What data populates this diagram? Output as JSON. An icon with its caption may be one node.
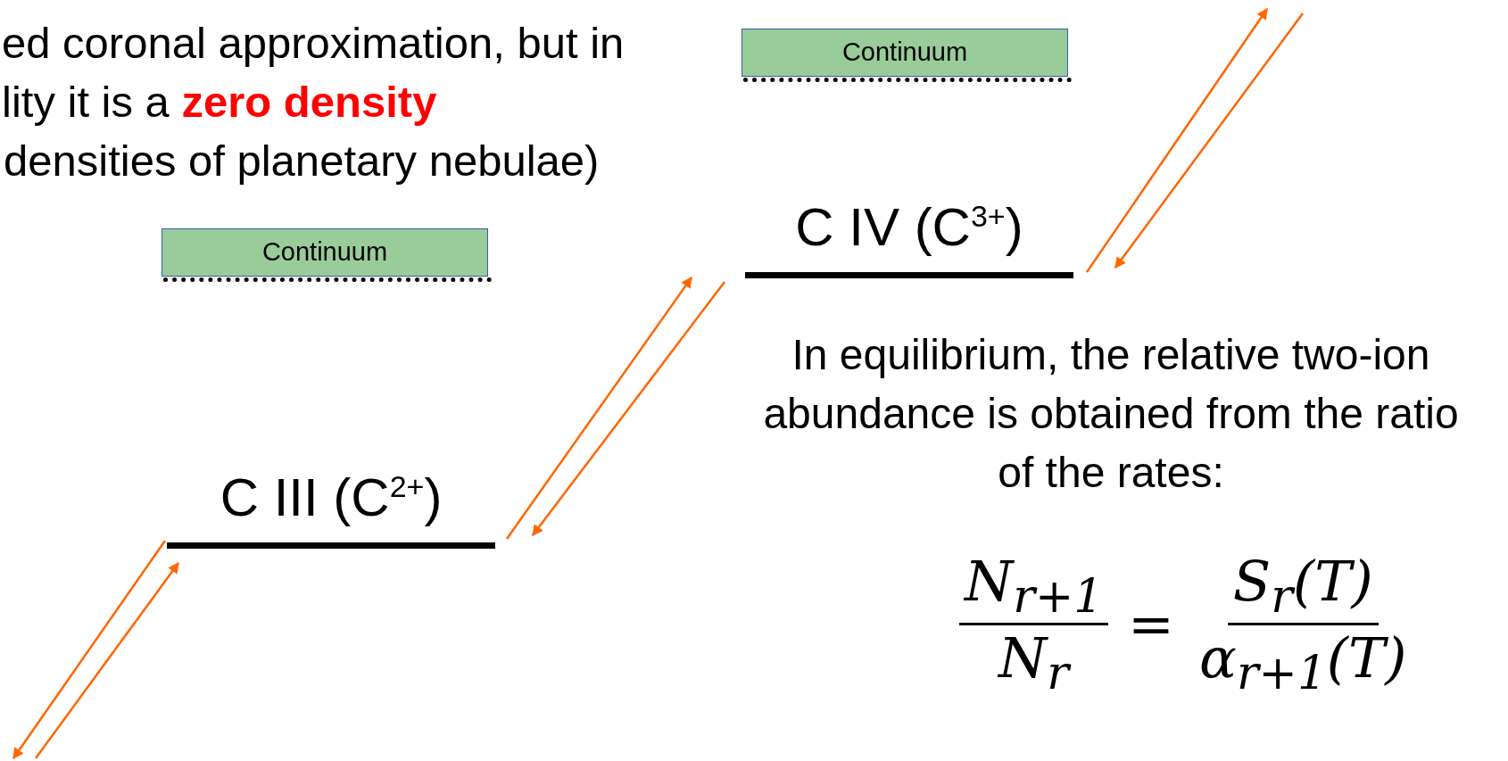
{
  "diagram": {
    "nodes": [
      {
        "text": [
          "Continuum"
        ]
      },
      {
        "text": [
          "C III (C$^{2+}$)"
        ]
      },
      {
        "text": [
          "Continuum"
        ]
      },
      {
        "text": [
          "C IV (C$^{3+}$)"
        ]
      }
    ],
    "edges": [
      {
        "from": null,
        "to": 1,
        "arrow": "to"
      },
      {
        "from": 1,
        "to": null,
        "arrow": "to"
      },
      {
        "from": 1,
        "to": 3,
        "arrow": "to"
      },
      {
        "from": 3,
        "to": 1,
        "arrow": "to"
      },
      {
        "from": 3,
        "to": null,
        "arrow": "to"
      },
      {
        "from": null,
        "to": 3,
        "arrow": "to"
      }
    ],
    "labels": [
      "ed coronal approximation, but in",
      "lity it is a **zero density**",
      "densities of planetary nebulae)",
      "In equilibrium, the relative two-ion abundance is obtained from the ratio of the rates:",
      "N$_{r+1}$",
      "N$_{r}$",
      "=",
      "S$_{r}$(T)",
      "α$_{r+1}$(T)"
    ]
  }
}
